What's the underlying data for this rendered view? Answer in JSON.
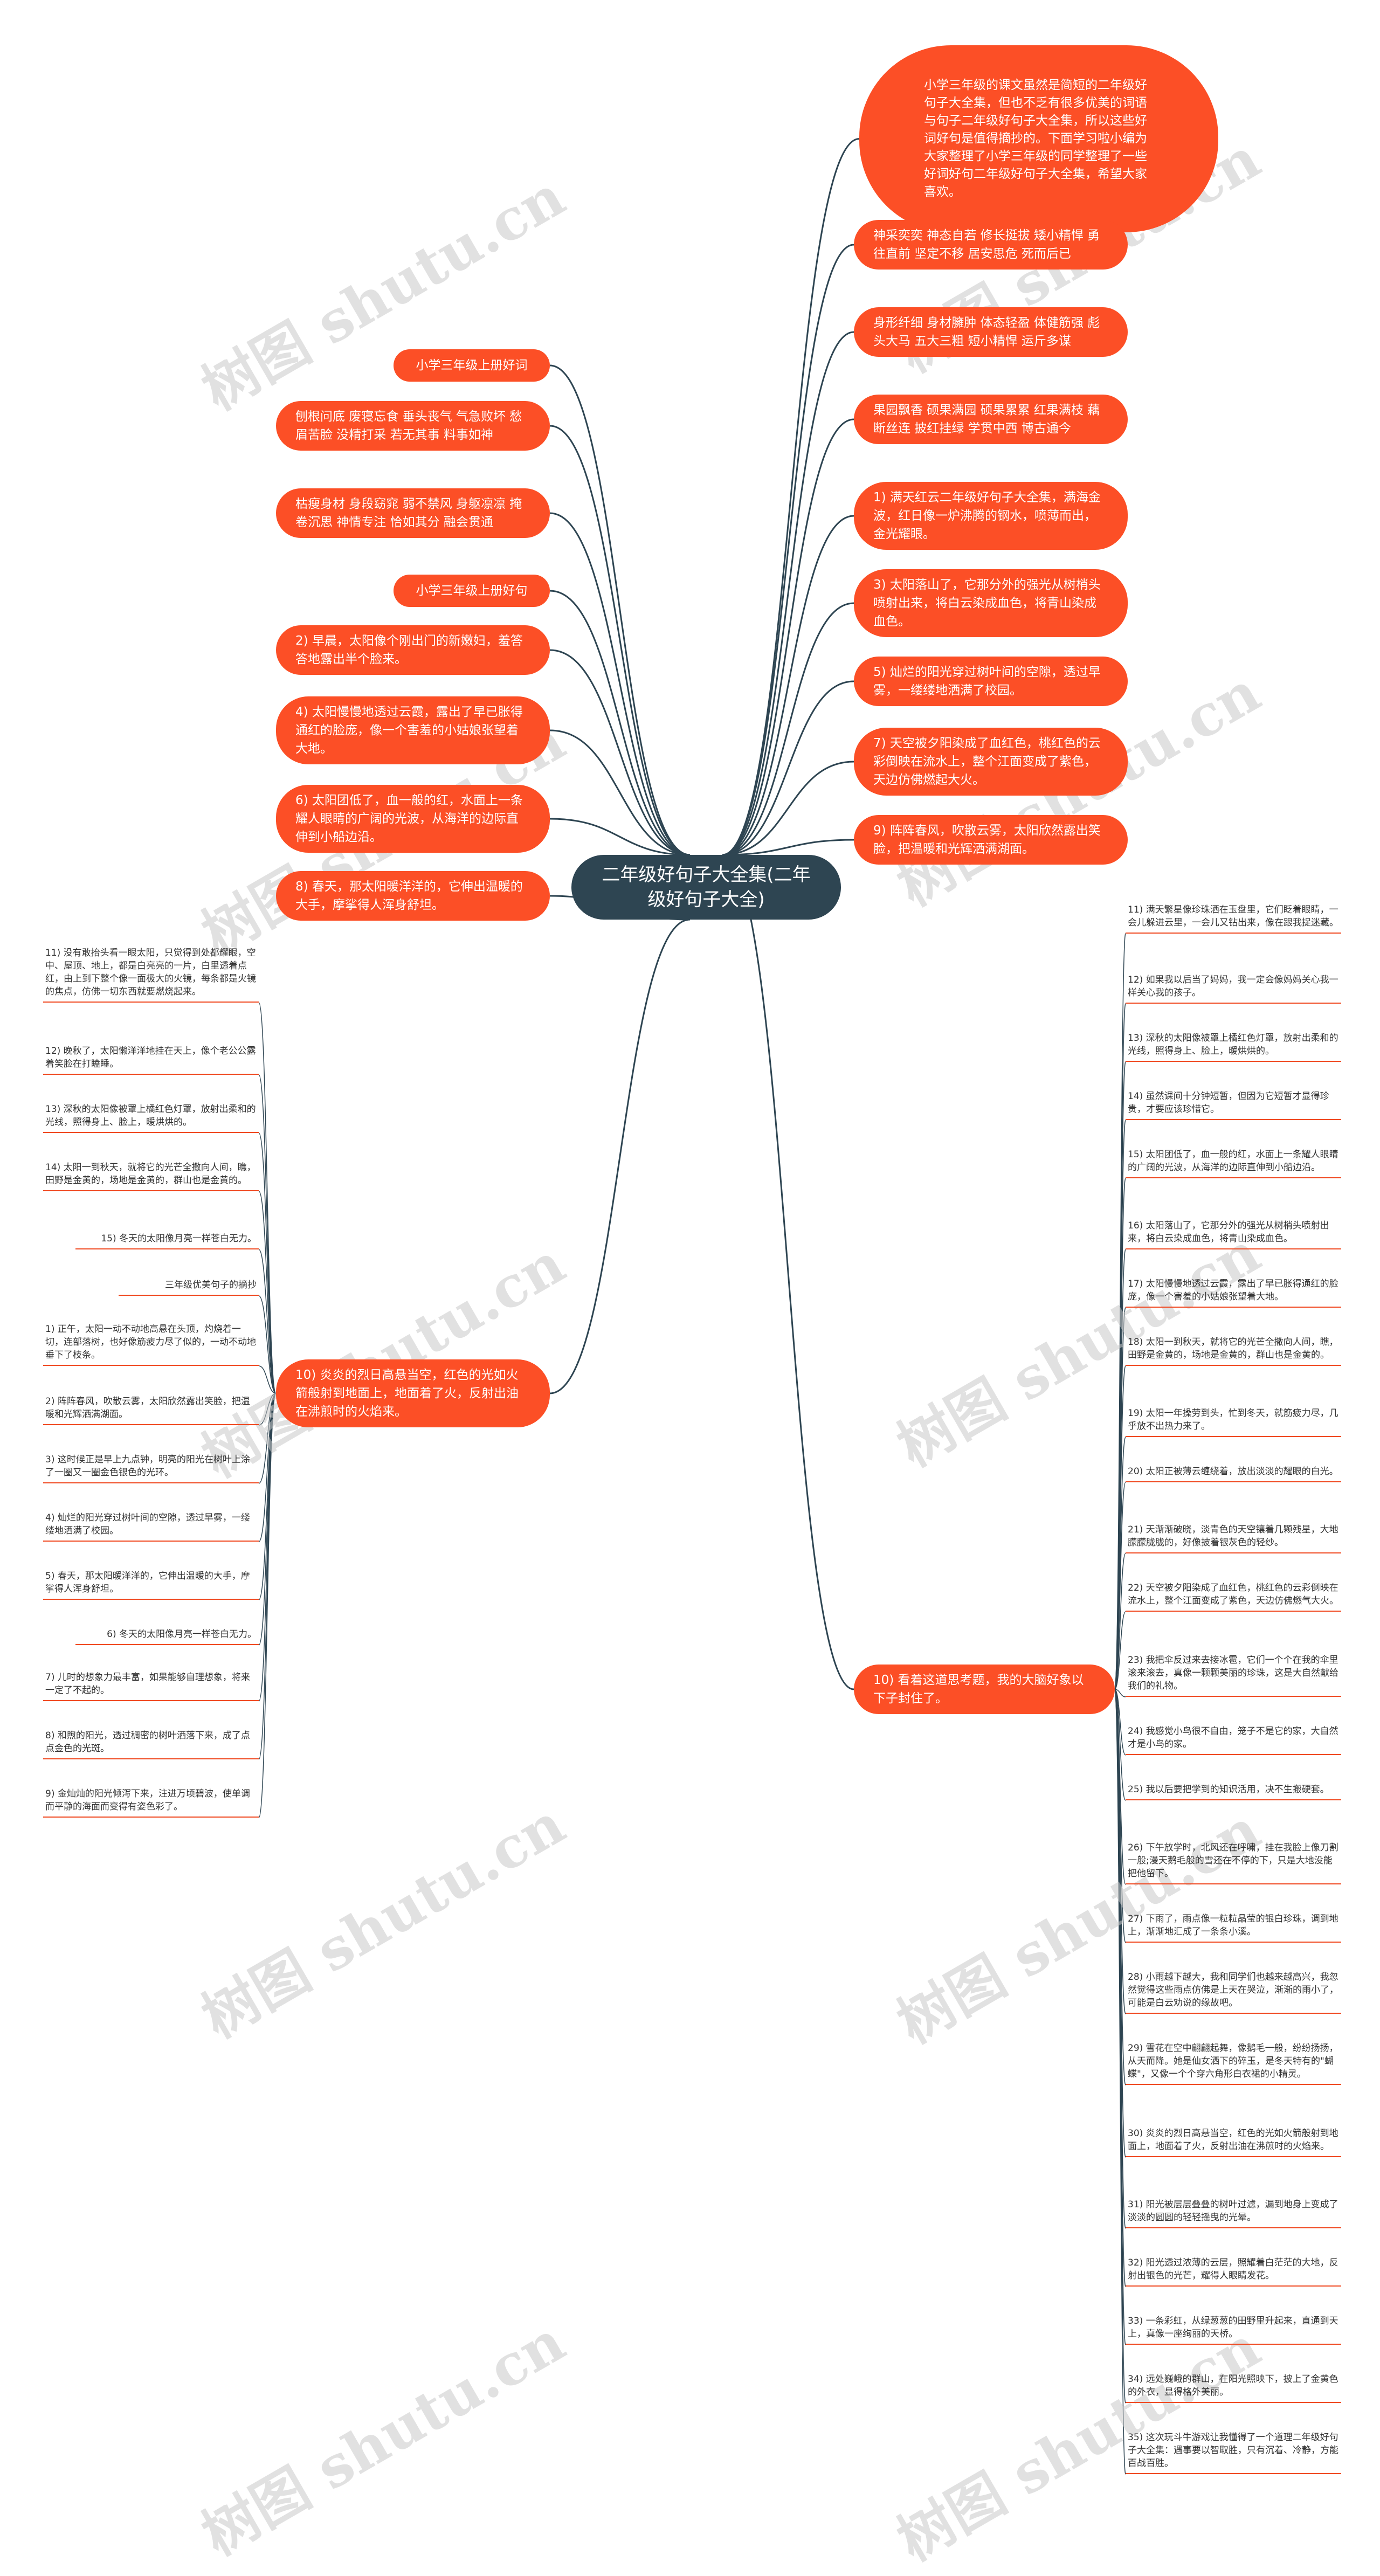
{
  "center": "二年级好句子大全集(二年级好句子大全)",
  "watermark": "树图 shutu.cn",
  "right_top": [
    "小学三年级的课文虽然是简短的二年级好句子大全集，但也不乏有很多优美的词语与句子二年级好句子大全集，所以这些好词好句是值得摘抄的。下面学习啦小编为大家整理了小学三年级的同学整理了一些好词好句二年级好句子大全集，希望大家喜欢。",
    "神采奕奕 神态自若 修长挺拔 矮小精悍 勇往直前 坚定不移 居安思危 死而后已",
    "身形纤细 身材臃肿 体态轻盈 体健筋强 彪头大马 五大三粗 短小精悍 运斤多谋",
    "果园飘香 硕果满园 硕果累累 红果满枝 藕断丝连 披红挂绿 学贯中西 博古通今",
    "1) 满天红云二年级好句子大全集，满海金波，红日像一炉沸腾的钢水，喷薄而出，金光耀眼。",
    "3) 太阳落山了，它那分外的强光从树梢头喷射出来，将白云染成血色，将青山染成血色。",
    "5) 灿烂的阳光穿过树叶间的空隙，透过早雾，一缕缕地洒满了校园。",
    "7) 天空被夕阳染成了血红色，桃红色的云彩倒映在流水上，整个江面变成了紫色，天边仿佛燃起大火。",
    "9) 阵阵春风，吹散云雾，太阳欣然露出笑脸，把温暖和光辉洒满湖面。"
  ],
  "left_top": [
    "小学三年级上册好词",
    "刨根问底 废寝忘食 垂头丧气 气急败坏 愁眉苦脸 没精打采 若无其事 料事如神",
    "枯瘦身材 身段窈窕 弱不禁风 身躯凛凛 掩卷沉思 神情专注 恰如其分 融会贯通",
    "小学三年级上册好句",
    "2) 早晨，太阳像个刚出门的新嫩妇，羞答答地露出半个脸来。",
    "4) 太阳慢慢地透过云霞，露出了早已胀得通红的脸庞，像一个害羞的小姑娘张望着大地。",
    "6) 太阳团低了，血一般的红，水面上一条耀人眼睛的广阔的光波，从海洋的边际直伸到小船边沿。",
    "8) 春天，那太阳暖洋洋的，它伸出温暖的大手，摩挲得人浑身舒坦。"
  ],
  "left_mid": "10) 炎炎的烈日高悬当空，红色的光如火箭般射到地面上，地面着了火，反射出油在沸煎时的火焰来。",
  "left_leaves": [
    "11) 没有敢抬头看一眼太阳，只觉得到处都耀眼，空中、屋顶、地上，都是白亮亮的一片，白里透着点红，由上到下整个像一面极大的火镜，每条都是火镜的焦点，仿佛一切东西就要燃烧起来。",
    "12) 晚秋了，太阳懒洋洋地挂在天上，像个老公公露着笑脸在打瞌睡。",
    "13) 深秋的太阳像被罩上橘红色灯罩，放射出柔和的光线，照得身上、脸上，暖烘烘的。",
    "14) 太阳一到秋天，就将它的光芒全撒向人间，瞧，田野是金黄的，场地是金黄的，群山也是金黄的。",
    "15) 冬天的太阳像月亮一样苍白无力。",
    "三年级优美句子的摘抄",
    "1) 正午，太阳一动不动地高悬在头顶，灼烧着一切，连部落树，也好像筋疲力尽了似的，一动不动地垂下了枝条。",
    "2) 阵阵春风，吹散云雾，太阳欣然露出笑脸，把温暖和光辉洒满湖面。",
    "3) 这时候正是早上九点钟，明亮的阳光在树叶上涂了一圈又一圈金色银色的光环。",
    "4) 灿烂的阳光穿过树叶间的空隙，透过早雾，一缕缕地洒满了校园。",
    "5) 春天，那太阳暖洋洋的，它伸出温暖的大手，摩挲得人浑身舒坦。",
    "6) 冬天的太阳像月亮一样苍白无力。",
    "7) 儿时的想象力最丰富，如果能够自理想象，将来一定了不起的。",
    "8) 和煦的阳光，透过稠密的树叶洒落下来，成了点点金色的光斑。",
    "9) 金灿灿的阳光倾泻下来，注进万顷碧波，使单调而平静的海面而变得有姿色彩了。"
  ],
  "right_mid": "10) 看着这道思考题，我的大脑好象以下子封住了。",
  "right_leaves": [
    "11) 满天繁星像珍珠洒在玉盘里，它们眨着眼睛，一会儿躲进云里，一会儿又钻出来，像在跟我捉迷藏。",
    "12) 如果我以后当了妈妈，我一定会像妈妈关心我一样关心我的孩子。",
    "13) 深秋的太阳像被罩上橘红色灯罩，放射出柔和的光线，照得身上、脸上，暖烘烘的。",
    "14) 虽然课间十分钟短暂，但因为它短暂才显得珍贵，才要应该珍惜它。",
    "15) 太阳团低了，血一般的红，水面上一条耀人眼睛的广阔的光波，从海洋的边际直伸到小船边沿。",
    "16) 太阳落山了，它那分外的强光从树梢头喷射出来，将白云染成血色，将青山染成血色。",
    "17) 太阳慢慢地透过云霞，露出了早已胀得通红的脸庞，像一个害羞的小姑娘张望着大地。",
    "18) 太阳一到秋天，就将它的光芒全撒向人间，瞧，田野是金黄的，场地是金黄的，群山也是金黄的。",
    "19) 太阳一年操劳到头，忙到冬天，就筋疲力尽，几乎放不出热力来了。",
    "20) 太阳正被薄云缠绕着，放出淡淡的耀眼的白光。",
    "21) 天渐渐破晓，淡青色的天空镶着几颗残星，大地朦朦胧胧的，好像披着银灰色的轻纱。",
    "22) 天空被夕阳染成了血红色，桃红色的云彩倒映在流水上，整个江面变成了紫色，天边仿佛燃气大火。",
    "23) 我把伞反过来去接冰雹，它们一个个在我的伞里滚来滚去，真像一颗颗美丽的珍珠，这是大自然献给我们的礼物。",
    "24) 我感觉小鸟很不自由，笼子不是它的家，大自然才是小鸟的家。",
    "25) 我以后要把学到的知识活用，决不生搬硬套。",
    "26) 下午放学时，北风还在呼啸，挂在我脸上像刀割一般;漫天鹅毛般的雪还在不停的下，只是大地没能把他留下。",
    "27) 下雨了，雨点像一粒粒晶莹的银白珍珠，调到地上，渐渐地汇成了一条条小溪。",
    "28) 小雨越下越大，我和同学们也越来越高兴，我忽然觉得这些雨点仿佛是上天在哭泣，渐渐的雨小了，可能是白云劝说的缘故吧。",
    "29) 雪花在空中翩翩起舞，像鹅毛一般，纷纷扬扬，从天而降。她是仙女洒下的碎玉，是冬天特有的\"蝴蝶\"，又像一个个穿六角形白衣裙的小精灵。",
    "30) 炎炎的烈日高悬当空，红色的光如火箭般射到地面上，地面着了火，反射出油在沸煎时的火焰来。",
    "31) 阳光被层层叠叠的树叶过滤，漏到地身上变成了淡淡的圆圆的轻轻摇曳的光晕。",
    "32) 阳光透过浓薄的云层，照耀着白茫茫的大地，反射出银色的光芒，耀得人眼睛发花。",
    "33) 一条彩虹，从绿葱葱的田野里升起来，直通到天上，真像一座绚丽的天桥。",
    "34) 远处巍峨的群山，在阳光照映下，披上了金黄色的外衣，显得格外美丽。",
    "35) 这次玩斗牛游戏让我懂得了一个道理二年级好句子大全集：遇事要以智取胜，只有沉着、冷静，方能百战百胜。"
  ],
  "colors": {
    "node": "#fc4f26",
    "center": "#2e4552",
    "line": "#2e4552",
    "leaf_underline": "#f04a22"
  }
}
